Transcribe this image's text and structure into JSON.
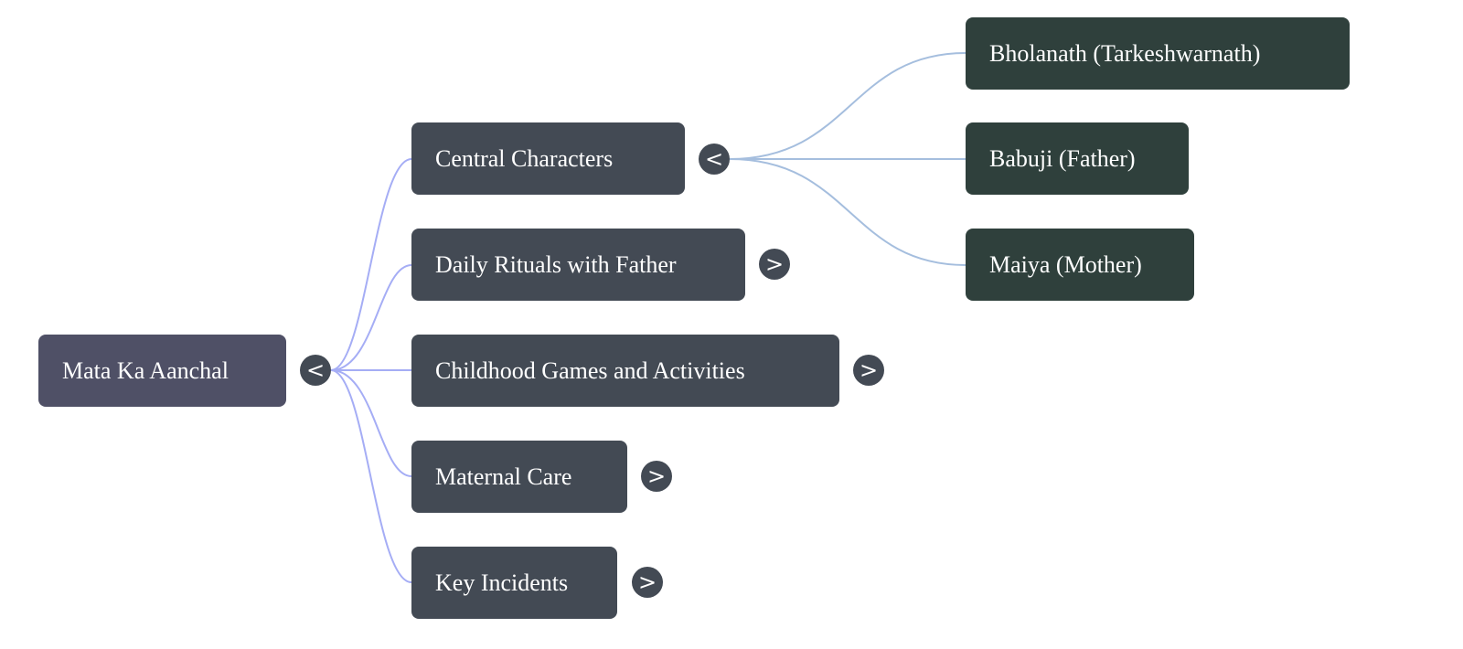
{
  "root": {
    "label": "Mata Ka Aanchal",
    "toggle": "<"
  },
  "branches": [
    {
      "label": "Central Characters",
      "toggle": "<",
      "expanded": true
    },
    {
      "label": "Daily Rituals with Father",
      "toggle": ">",
      "expanded": false
    },
    {
      "label": "Childhood Games and Activities",
      "toggle": ">",
      "expanded": false
    },
    {
      "label": "Maternal Care",
      "toggle": ">",
      "expanded": false
    },
    {
      "label": "Key Incidents",
      "toggle": ">",
      "expanded": false
    }
  ],
  "characters": [
    {
      "label": "Bholanath (Tarkeshwarnath)"
    },
    {
      "label": "Babuji (Father)"
    },
    {
      "label": "Maiya (Mother)"
    }
  ],
  "colors": {
    "root": "#4f5066",
    "branch": "#434a54",
    "leaf": "#2f403c",
    "root_link": "#a5adf5",
    "leaf_link": "#a5bede"
  }
}
